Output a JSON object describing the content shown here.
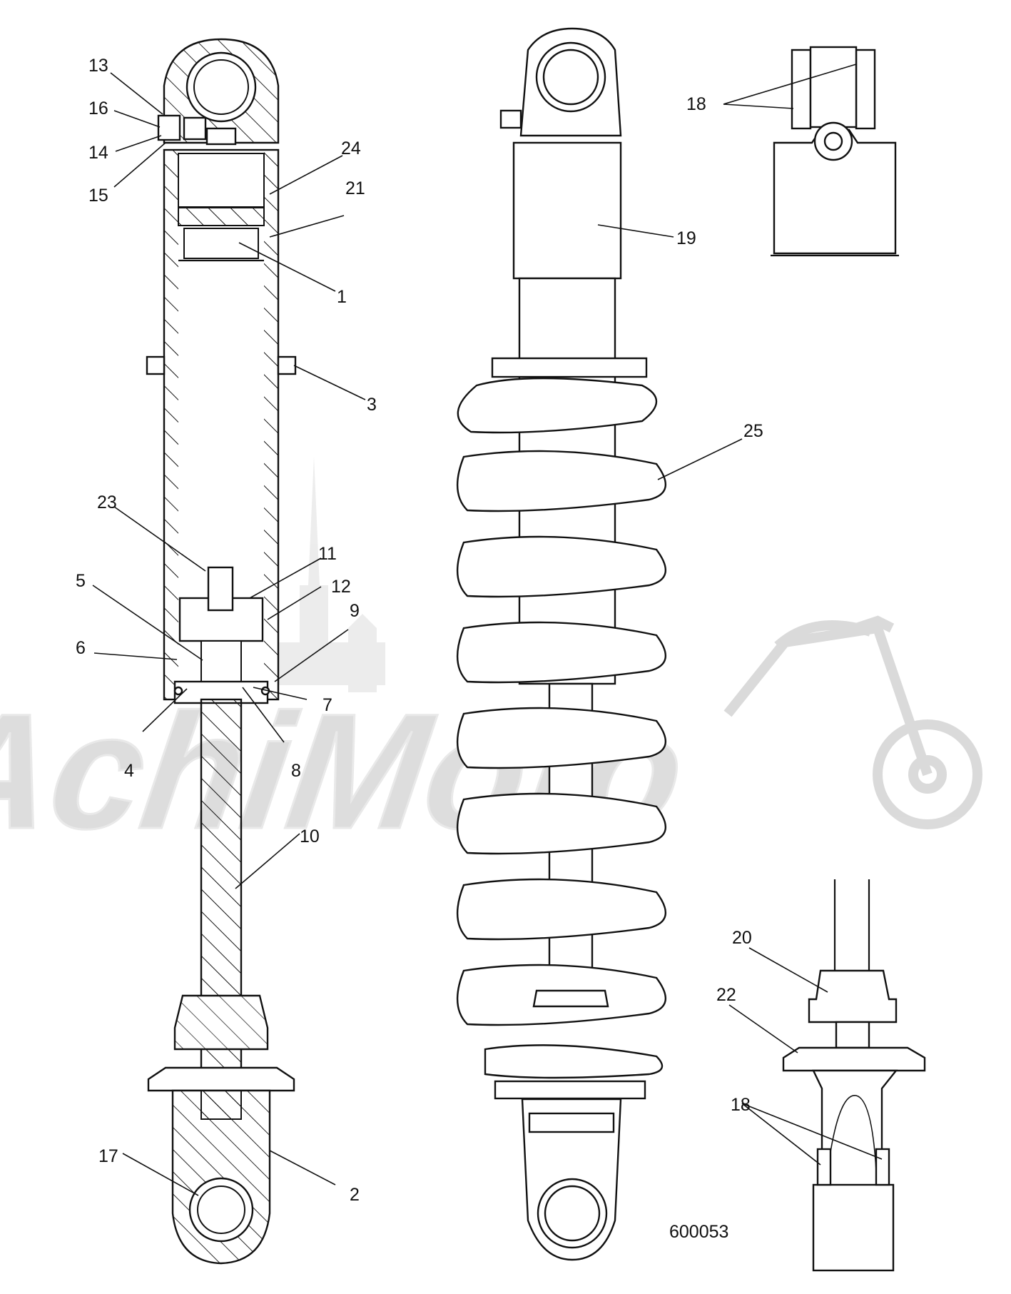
{
  "watermark": {
    "text": "AchiMoto",
    "color": "#d9d9d9"
  },
  "drawing_number": "600053",
  "callouts": [
    {
      "id": "c1",
      "text": "1"
    },
    {
      "id": "c2",
      "text": "2"
    },
    {
      "id": "c3",
      "text": "3"
    },
    {
      "id": "c4",
      "text": "4"
    },
    {
      "id": "c5",
      "text": "5"
    },
    {
      "id": "c6",
      "text": "6"
    },
    {
      "id": "c7",
      "text": "7"
    },
    {
      "id": "c8",
      "text": "8"
    },
    {
      "id": "c9",
      "text": "9"
    },
    {
      "id": "c10",
      "text": "10"
    },
    {
      "id": "c11",
      "text": "11"
    },
    {
      "id": "c12",
      "text": "12"
    },
    {
      "id": "c13",
      "text": "13"
    },
    {
      "id": "c14",
      "text": "14"
    },
    {
      "id": "c15",
      "text": "15"
    },
    {
      "id": "c16",
      "text": "16"
    },
    {
      "id": "c17",
      "text": "17"
    },
    {
      "id": "c18a",
      "text": "18"
    },
    {
      "id": "c18b",
      "text": "18"
    },
    {
      "id": "c19",
      "text": "19"
    },
    {
      "id": "c20",
      "text": "20"
    },
    {
      "id": "c21",
      "text": "21"
    },
    {
      "id": "c22",
      "text": "22"
    },
    {
      "id": "c23",
      "text": "23"
    },
    {
      "id": "c24",
      "text": "24"
    },
    {
      "id": "c25",
      "text": "25"
    }
  ]
}
